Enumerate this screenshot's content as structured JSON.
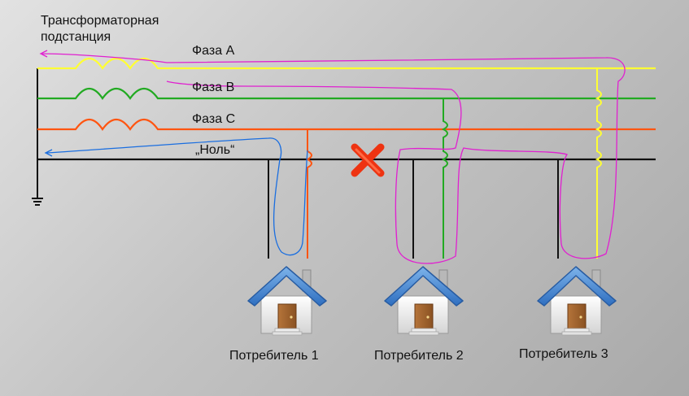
{
  "substation_label_line1": "Трансформаторная",
  "substation_label_line2": "подстанция",
  "phases": {
    "a": {
      "label": "Фаза А",
      "color": "#ffff33"
    },
    "b": {
      "label": "Фаза В",
      "color": "#22aa22"
    },
    "c": {
      "label": "Фаза С",
      "color": "#ff5511"
    }
  },
  "neutral": {
    "label": "„Ноль“",
    "color": "#111111"
  },
  "consumers": [
    {
      "label": "Потребитель 1"
    },
    {
      "label": "Потребитель 2"
    },
    {
      "label": "Потребитель 3"
    }
  ],
  "colors": {
    "current_path_magenta": "#e020d0",
    "current_path_blue": "#1a6ee0",
    "fault_cross": "#ee3311"
  },
  "icons": {
    "house": "house-icon",
    "fault": "broken-neutral-cross-icon",
    "ground": "ground-icon"
  }
}
